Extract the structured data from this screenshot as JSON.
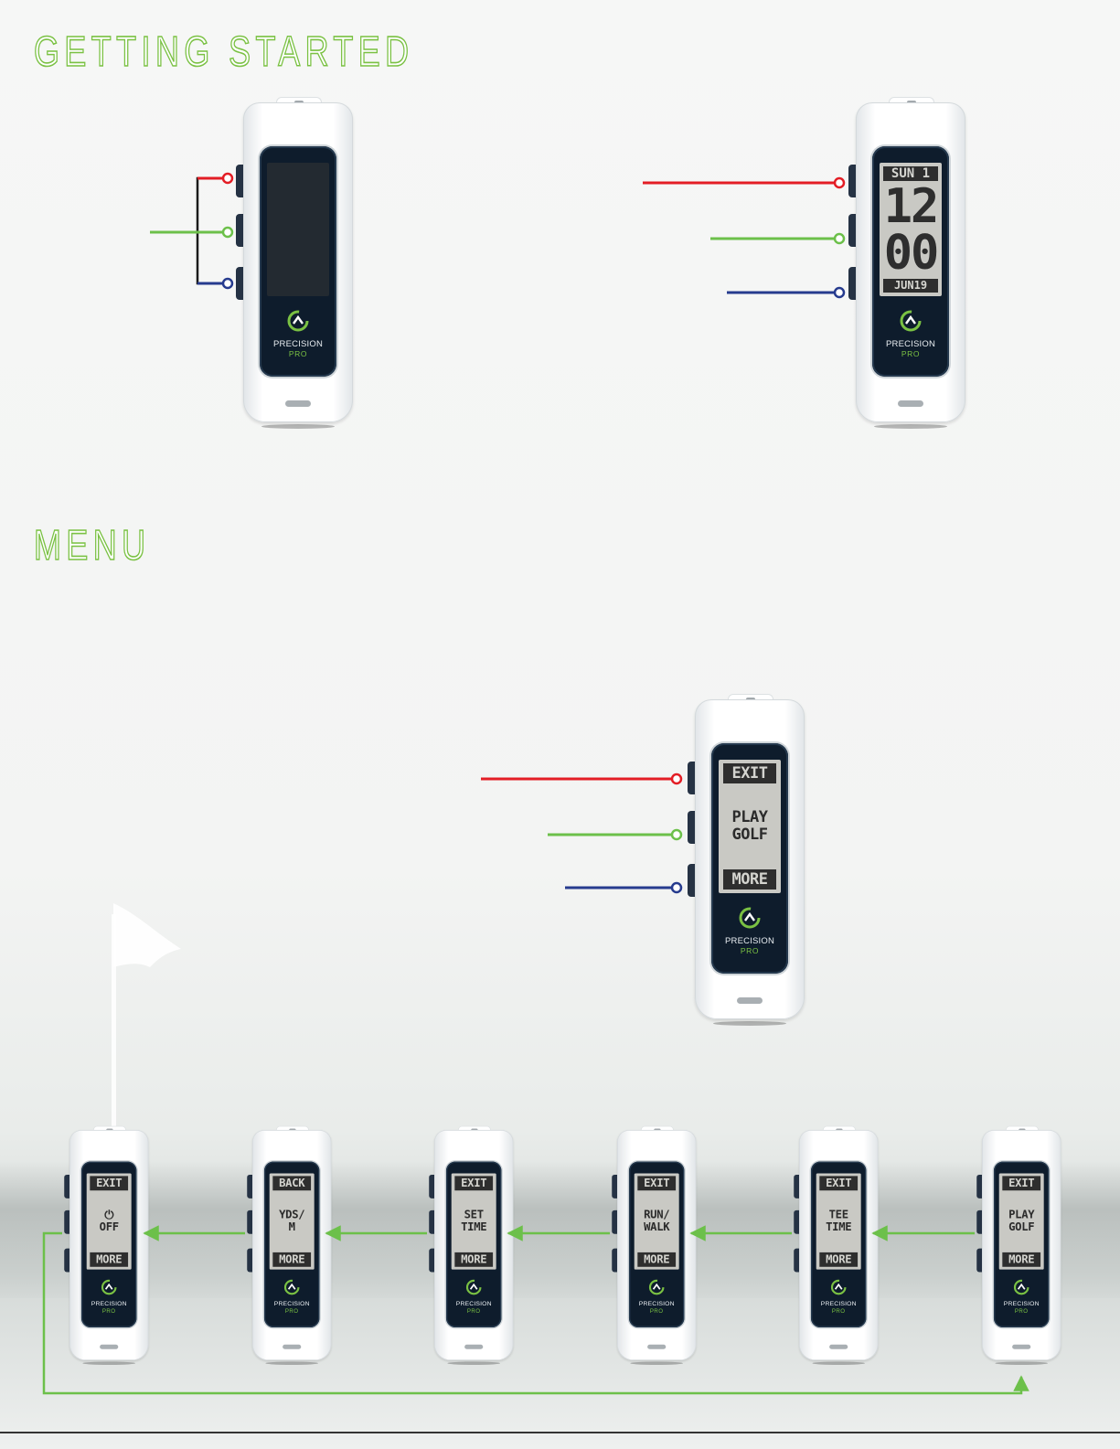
{
  "colors": {
    "accent": "#7ac143",
    "red": "#e31d25",
    "blue": "#263b8e",
    "line_green": "#6cc04a"
  },
  "sections": {
    "getting_started": "GETTING STARTED",
    "menu": "MENU"
  },
  "brand": {
    "name": "PRECISION",
    "sub": "PRO",
    "logo_icon": "precision-pro-logo-icon"
  },
  "clock_screen": {
    "day": "SUN",
    "day_num": "1",
    "hour": "12",
    "minute": "00",
    "date": "JUN19"
  },
  "menu_main": {
    "top": "EXIT",
    "mid": [
      "PLAY",
      "GOLF"
    ],
    "bottom": "MORE"
  },
  "menu_sequence": [
    {
      "top": "EXIT",
      "mid": [
        "OFF"
      ],
      "bottom": "MORE",
      "icon": "power-icon",
      "icon_glyph": "⏻"
    },
    {
      "top": "BACK",
      "mid": [
        "YDS/",
        "M"
      ],
      "bottom": "MORE"
    },
    {
      "top": "EXIT",
      "mid": [
        "SET",
        "TIME"
      ],
      "bottom": "MORE"
    },
    {
      "top": "EXIT",
      "mid": [
        "RUN/",
        "WALK"
      ],
      "bottom": "MORE"
    },
    {
      "top": "EXIT",
      "mid": [
        "TEE",
        "TIME"
      ],
      "bottom": "MORE"
    },
    {
      "top": "EXIT",
      "mid": [
        "PLAY",
        "GOLF"
      ],
      "bottom": "MORE"
    }
  ]
}
